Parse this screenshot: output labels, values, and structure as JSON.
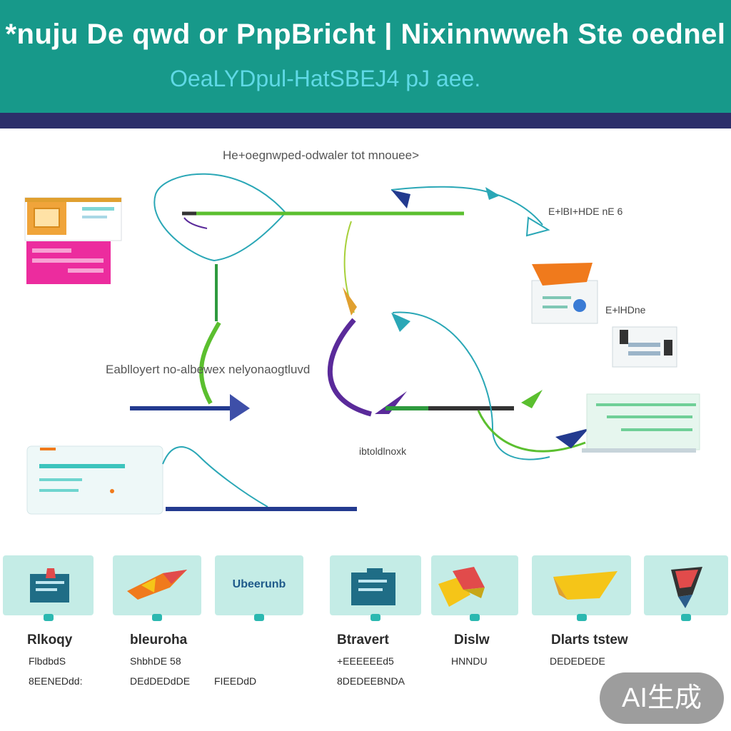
{
  "header": {
    "title": "*nuju De qwd or PnpBricht | Nixinnwweh Ste oednel",
    "subtitle": "OeaLYDpul-HatSBEJ4 pJ aee."
  },
  "diagram": {
    "top_label": "He+oegnwped-odwaler tot mnouee>",
    "right_label_1": "E+lBI+HDE nE 6",
    "right_label_2": "E+lHDne",
    "middle_label": "Eablloyert no-albewex nelyonaogtluvd",
    "center_label": "ibtoldlnoxk"
  },
  "cards": [
    {
      "icon": "document-icon"
    },
    {
      "icon": "rocket-icon"
    },
    {
      "text": "Ubeerunb"
    },
    {
      "icon": "document-icon"
    },
    {
      "icon": "folded-shape-icon"
    },
    {
      "icon": "wedge-icon"
    },
    {
      "icon": "pen-icon"
    }
  ],
  "captions": [
    {
      "title": "Rlkoqy",
      "lines": [
        "FlbdbdS",
        "8EENEDdd:"
      ]
    },
    {
      "title": "bleuroha",
      "lines": [
        "ShbhDE 58",
        "DEdDEDdDE"
      ]
    },
    {
      "title": "",
      "lines": [
        "",
        "FIEEDdD"
      ]
    },
    {
      "title": "Btravert",
      "lines": [
        "+EEEEEEd5",
        "8DEDEEBNDA"
      ]
    },
    {
      "title": "Dislw",
      "lines": [
        "HNNDU",
        ""
      ]
    },
    {
      "title": "Dlarts tstew",
      "lines": [
        "DEDEDEDE",
        ""
      ]
    }
  ],
  "badge": "AI生成",
  "colors": {
    "header": "#17998a",
    "band": "#2c2f6a",
    "card": "#c4ece6",
    "green": "#5bbf2f",
    "purple": "#5a2a9a",
    "navy": "#233a8f",
    "teal": "#2aa7b6"
  }
}
